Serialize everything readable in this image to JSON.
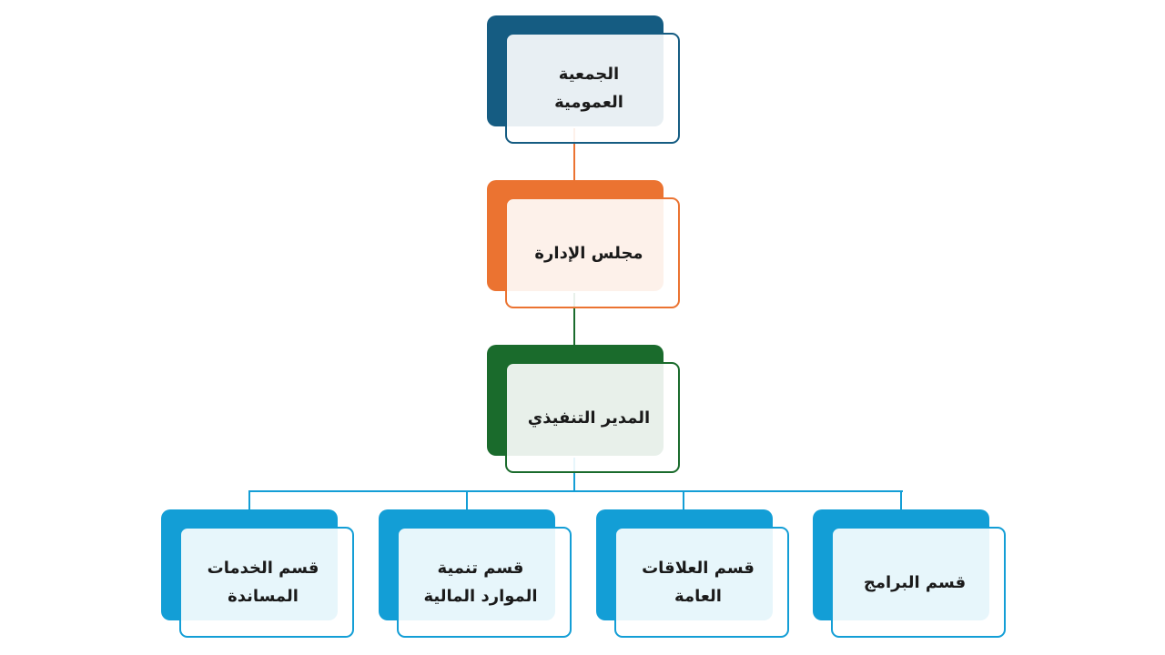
{
  "org_chart": {
    "general_assembly": "الجمعية العمومية",
    "board": "مجلس الإدارة",
    "executive_director": "المدير التنفيذي",
    "departments": [
      "قسم البرامج",
      "قسم العلاقات العامة",
      "قسم تنمية الموارد المالية",
      "قسم الخدمات المساندة"
    ]
  },
  "colors": {
    "general_assembly": "#155c82",
    "board": "#eb7331",
    "executive_director": "#1a6b2c",
    "departments": "#139ed6"
  }
}
